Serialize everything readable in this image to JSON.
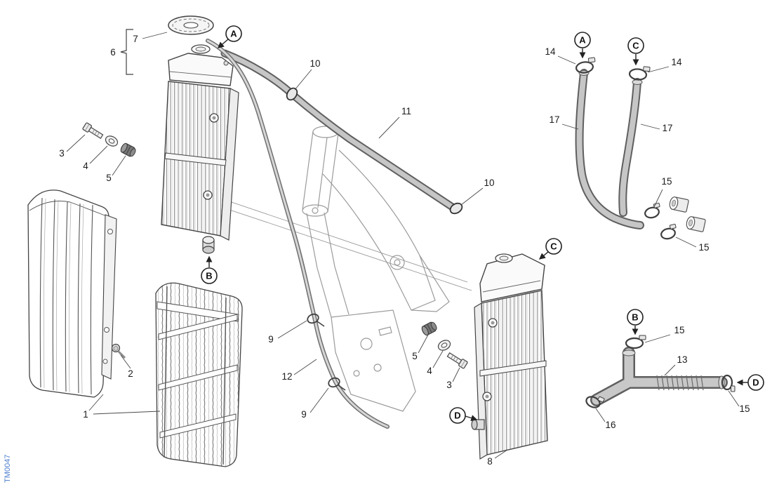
{
  "watermark": "TM0047",
  "labels": {
    "p1": "1",
    "p2": "2",
    "p3_left": "3",
    "p4_left": "4",
    "p5_left": "5",
    "p6": "6",
    "p7": "7",
    "p8": "8",
    "p9_upper": "9",
    "p9_lower": "9",
    "p10_upper": "10",
    "p10_lower": "10",
    "p11": "11",
    "p12": "12",
    "p13": "13",
    "p14_left": "14",
    "p14_right": "14",
    "p15_tr_upper": "15",
    "p15_tr_lower": "15",
    "p15_y_top": "15",
    "p15_y_right": "15",
    "p16": "16",
    "p17_left": "17",
    "p17_right": "17",
    "p3_right": "3",
    "p4_right": "4",
    "p5_right": "5"
  },
  "connectors": {
    "a_radiator": "A",
    "b_radiator": "B",
    "c_radiator": "C",
    "d_radiator": "D",
    "a_hose": "A",
    "c_hose": "C",
    "b_yhose": "B",
    "d_yhose": "D"
  }
}
